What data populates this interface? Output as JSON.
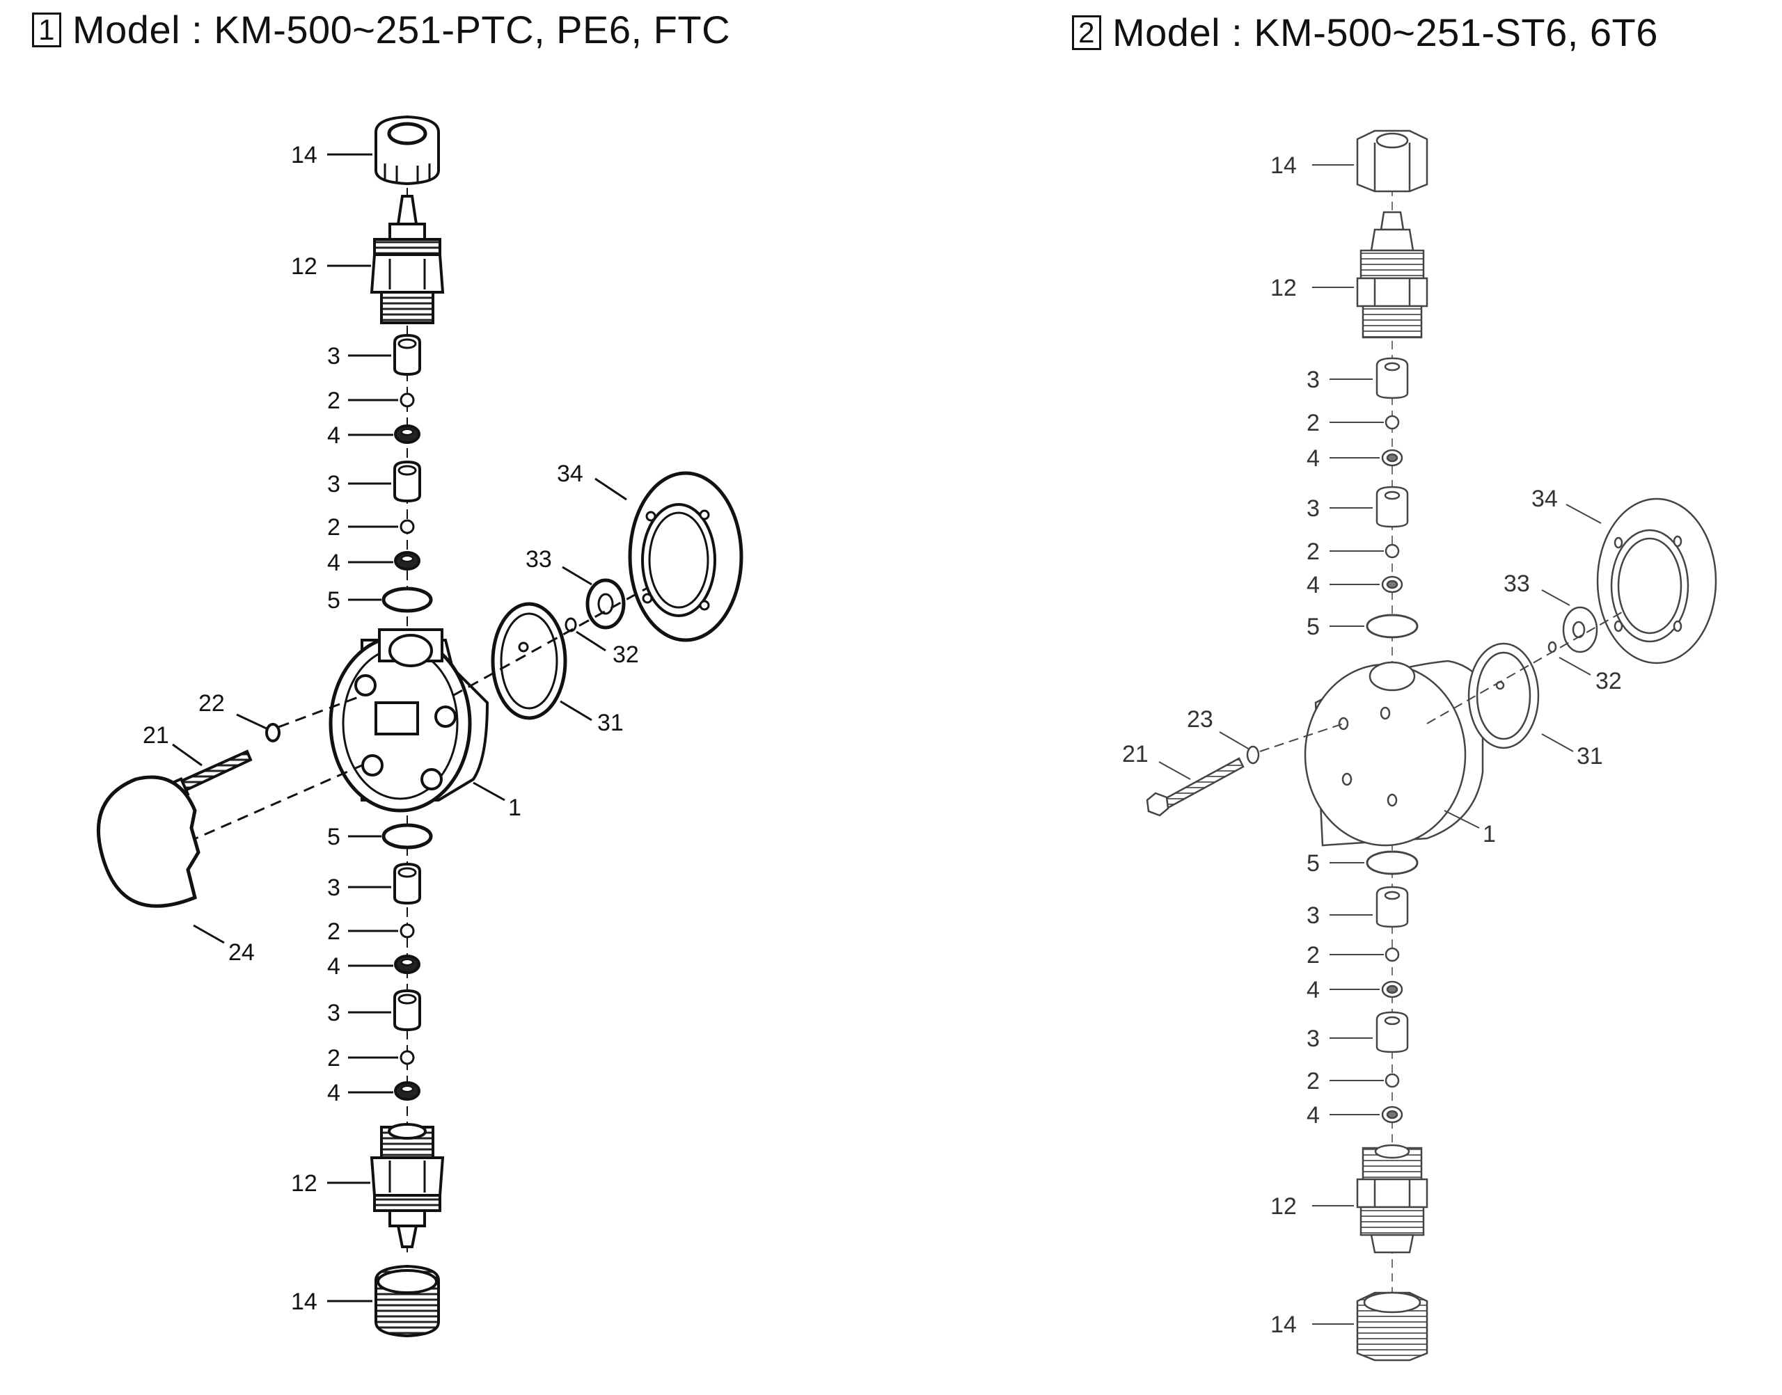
{
  "title_left": {
    "number": "1",
    "text": "Model : KM-500~251-PTC, PE6, FTC"
  },
  "title_right": {
    "number": "2",
    "text": "Model : KM-500~251-ST6, 6T6"
  },
  "left_labels": {
    "top_nut": "14",
    "top_fitting": "12",
    "top_housing_a": "3",
    "top_ball_a": "2",
    "top_seat_a": "4",
    "top_housing_b": "3",
    "top_ball_b": "2",
    "top_seat_b": "4",
    "top_oring": "5",
    "diaphragm_flange": "34",
    "diaphragm_disc": "33",
    "diaphragm_washer": "32",
    "diaphragm": "31",
    "washer": "22",
    "bolt": "21",
    "pump_head": "1",
    "cover": "24",
    "bot_oring": "5",
    "bot_housing_a": "3",
    "bot_ball_a": "2",
    "bot_seat_a": "4",
    "bot_housing_b": "3",
    "bot_ball_b": "2",
    "bot_seat_b": "4",
    "bot_fitting": "12",
    "bot_nut": "14"
  },
  "right_labels": {
    "top_nut": "14",
    "top_fitting": "12",
    "top_housing_a": "3",
    "top_ball_a": "2",
    "top_seat_a": "4",
    "top_housing_b": "3",
    "top_ball_b": "2",
    "top_seat_b": "4",
    "top_oring": "5",
    "diaphragm_flange": "34",
    "diaphragm_disc": "33",
    "diaphragm_washer": "32",
    "diaphragm": "31",
    "washer": "23",
    "bolt": "21",
    "pump_head": "1",
    "bot_oring": "5",
    "bot_housing_a": "3",
    "bot_ball_a": "2",
    "bot_seat_a": "4",
    "bot_housing_b": "3",
    "bot_ball_b": "2",
    "bot_seat_b": "4",
    "bot_fitting": "12",
    "bot_nut": "14"
  }
}
